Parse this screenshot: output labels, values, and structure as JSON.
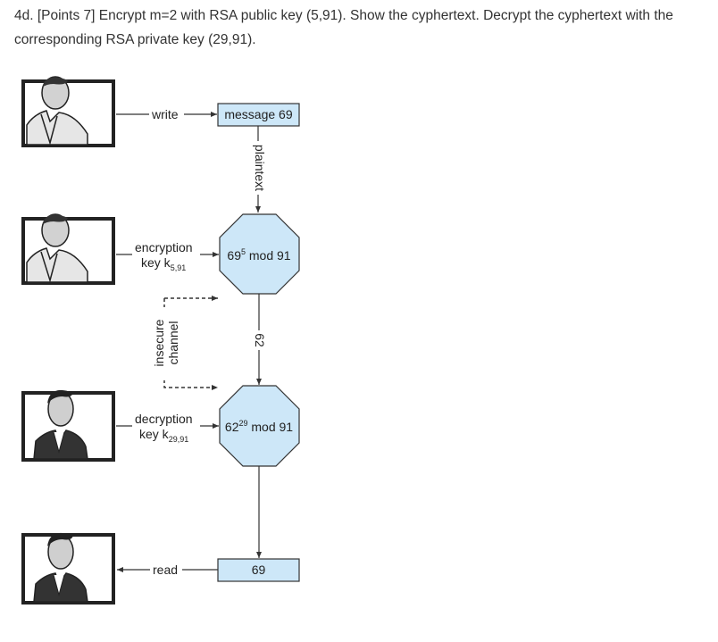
{
  "question": {
    "text": "4d. [Points 7] Encrypt m=2 with RSA public key (5,91). Show the cyphertext. Decrypt the cyphertext with the corresponding RSA private key (29,91)."
  },
  "diagram": {
    "colors": {
      "box_fill": "#cde7f8",
      "stroke": "#333333",
      "panel_bg": "#ffffff"
    },
    "people": [
      "sender-portrait-top",
      "sender-portrait-middle",
      "receiver-portrait-lower",
      "receiver-portrait-bottom"
    ],
    "write_label": "write",
    "message_box": "message 69",
    "plaintext_label": "plaintext",
    "encryption": {
      "label_line1": "encryption",
      "label_line2": "key k",
      "key_subscript": "5,91",
      "formula_base": "69",
      "formula_exp": "5",
      "formula_rest": " mod 91"
    },
    "channel": {
      "line1": "insecure",
      "line2": "channel"
    },
    "ciphertext_label": "62",
    "decryption": {
      "label_line1": "decryption",
      "label_line2": "key k",
      "key_subscript": "29,91",
      "formula_base": "62",
      "formula_exp": "29",
      "formula_rest": " mod 91"
    },
    "read_label": "read",
    "output_box": "69"
  }
}
